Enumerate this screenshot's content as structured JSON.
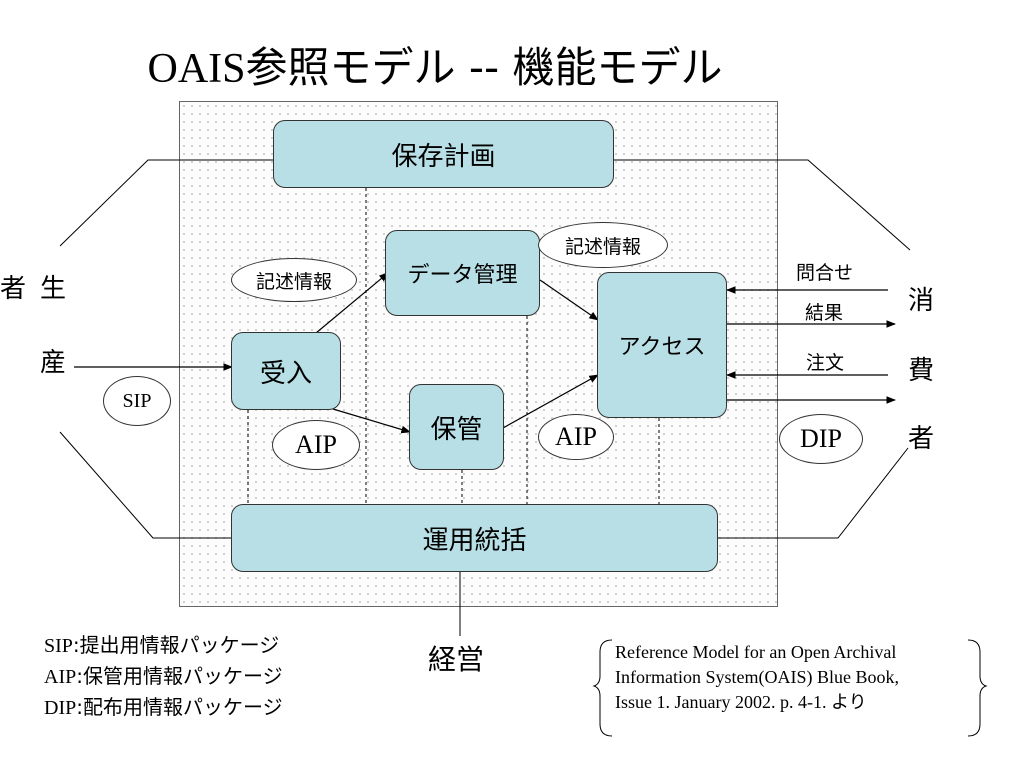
{
  "title": {
    "latin": "OAIS",
    "rest": "参照モデル -- 機能モデル"
  },
  "boxes": {
    "preservation_planning": "保存計画",
    "data_management": "データ管理",
    "access": "アクセス",
    "ingest": "受入",
    "archival_storage": "保管",
    "administration": "運用統括"
  },
  "ovals": {
    "descriptive_info_left": "記述情報",
    "descriptive_info_right": "記述情報",
    "sip": "SIP",
    "aip_left": "AIP",
    "aip_right": "AIP",
    "dip": "DIP"
  },
  "actors": {
    "producer": [
      "生",
      "産",
      "者"
    ],
    "consumer": [
      "消",
      "費",
      "者"
    ],
    "management": "経営"
  },
  "arrow_labels": {
    "query": "問合せ",
    "result": "結果",
    "order": "注文"
  },
  "legend": [
    {
      "abbr": "SIP",
      "text": ":提出用情報パッケージ"
    },
    {
      "abbr": "AIP",
      "text": ":保管用情報パッケージ"
    },
    {
      "abbr": "DIP",
      "text": ":配布用情報パッケージ"
    }
  ],
  "reference": {
    "line1": "Reference Model for an Open Archival",
    "line2": "Information System(OAIS) Blue Book,",
    "line3": "Issue 1.  January 2002.  p. 4-1. より"
  }
}
